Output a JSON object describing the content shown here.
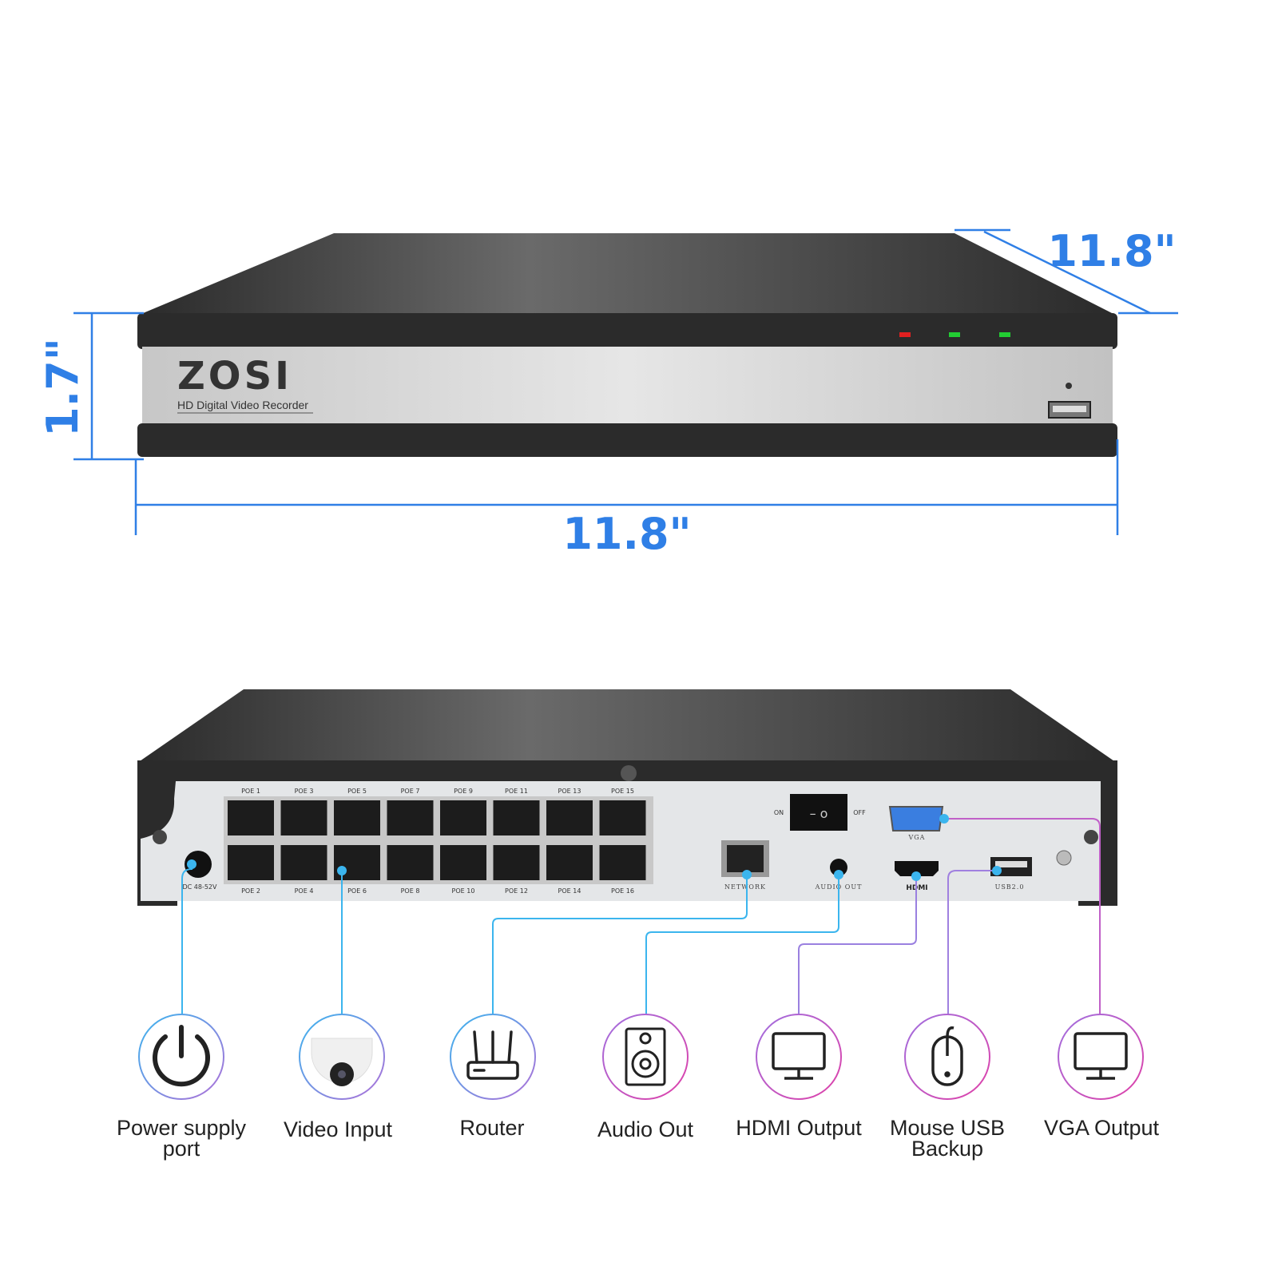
{
  "brand": {
    "logo": "ZOSI",
    "subtitle": "HD Digital Video Recorder"
  },
  "dimensions": {
    "height": "1.7\"",
    "width": "11.8\"",
    "depth": "11.8\""
  },
  "front_leds": [
    "#e02020",
    "#22cc33",
    "#22cc33"
  ],
  "rear_panel": {
    "poe_top": [
      "POE 1",
      "POE 3",
      "POE 5",
      "POE 7",
      "POE 9",
      "POE 11",
      "POE 13",
      "POE 15"
    ],
    "poe_bottom": [
      "POE 2",
      "POE 4",
      "POE 6",
      "POE 8",
      "POE 10",
      "POE 12",
      "POE 14",
      "POE 16"
    ],
    "dc_label": "DC 48-52V",
    "switch_on": "ON",
    "switch_off": "OFF",
    "vga": "VGA",
    "network": "NETWORK",
    "audio_out": "AUDIO OUT",
    "hdmi": "HDMI",
    "usb": "USB2.0"
  },
  "features": [
    {
      "icon": "power-icon",
      "label_1": "Power supply",
      "label_2": "port"
    },
    {
      "icon": "camera-icon",
      "label_1": "Video Input",
      "label_2": ""
    },
    {
      "icon": "router-icon",
      "label_1": "Router",
      "label_2": ""
    },
    {
      "icon": "speaker-icon",
      "label_1": "Audio Out",
      "label_2": ""
    },
    {
      "icon": "monitor-icon",
      "label_1": "HDMI Output",
      "label_2": ""
    },
    {
      "icon": "mouse-icon",
      "label_1": "Mouse USB",
      "label_2": "Backup"
    },
    {
      "icon": "monitor-icon",
      "label_1": "VGA Output",
      "label_2": ""
    }
  ],
  "colors": {
    "accent": "#2f7fe6",
    "line": "#3bb5ee",
    "ring_start": "#3bb5ee",
    "ring_end": "#e040a8"
  }
}
